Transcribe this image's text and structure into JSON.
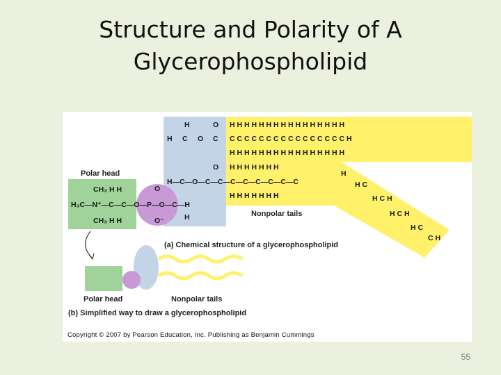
{
  "slide": {
    "title_line1": "Structure and Polarity of A",
    "title_line2": "Glycerophospholipid",
    "page_number": "55"
  },
  "figure": {
    "label_polar_head_a": "Polar head",
    "label_nonpolar_tails_a": "Nonpolar tails",
    "caption_a": "(a) Chemical structure of a glycerophospholipid",
    "label_polar_head_b": "Polar head",
    "label_nonpolar_tails_b": "Nonpolar tails",
    "caption_b": "(b) Simplified way to draw a glycerophospholipid",
    "copyright": "Copyright © 2007 by Pearson Education, Inc. Publishing as Benjamin Cummings"
  },
  "colors": {
    "head_green": "#9fd39a",
    "phosphate_purple": "#c79ad6",
    "glycerol_blue": "#c3d4e6",
    "tail_yellow": "#fff16a",
    "background": "#ebf1de"
  }
}
